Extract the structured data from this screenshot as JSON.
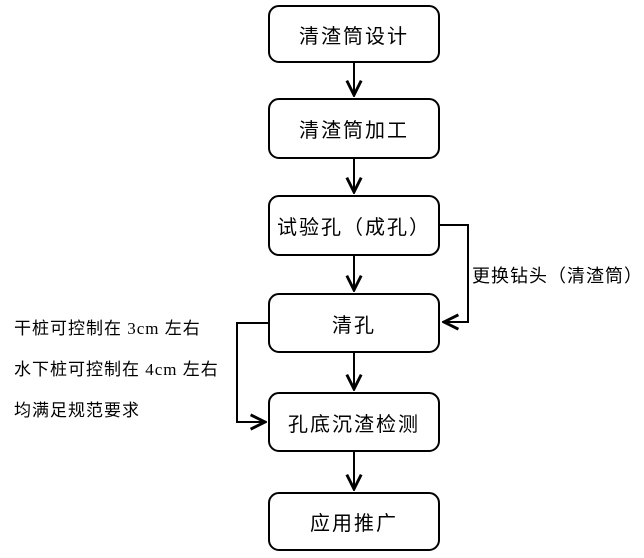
{
  "flowchart": {
    "boxes": [
      {
        "id": "design",
        "label": "清渣筒设计"
      },
      {
        "id": "fabrication",
        "label": "清渣筒加工"
      },
      {
        "id": "test-hole",
        "label": "试验孔（成孔）"
      },
      {
        "id": "hole-cleaning",
        "label": "清孔"
      },
      {
        "id": "sediment-detection",
        "label": "孔底沉渣检测"
      },
      {
        "id": "application",
        "label": "应用推广"
      }
    ],
    "right_branch_label": "更换钻头（清渣筒）",
    "left_note": {
      "lines": [
        "干桩可控制在 3cm 左右",
        "水下桩可控制在 4cm 左右",
        "均满足规范要求"
      ]
    },
    "colors": {
      "line": "#000000",
      "box_border": "#000000",
      "text": "#000000",
      "background": "#ffffff"
    }
  }
}
